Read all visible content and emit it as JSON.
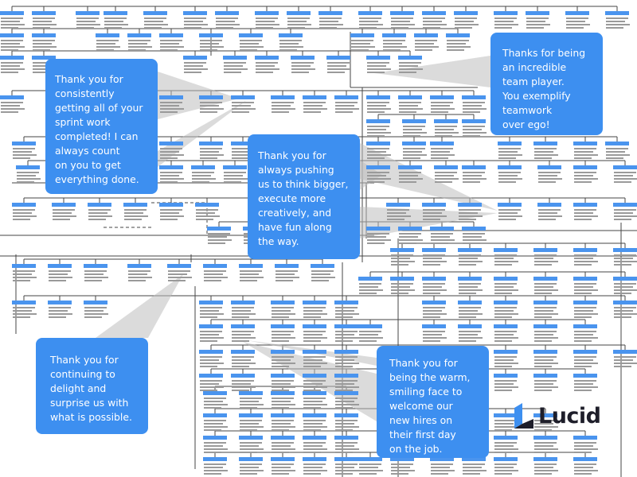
{
  "colors": {
    "accent": "#3d8ff0",
    "card_header": "#4a94ee",
    "line": "#444444",
    "text_placeholder": "#9a9a9a",
    "callout_shadow": "#bdbdbd",
    "brand_dark": "#1e1e2a"
  },
  "brand": {
    "wordmark": "Lucid",
    "logo_icon": "lucid-logo-icon"
  },
  "callouts": [
    {
      "id": "sprint",
      "text": "Thank you for\nconsistently\ngetting all of your\nsprint work\ncompleted! I can\nalways count\non you to get\neverything done."
    },
    {
      "id": "team-player",
      "text": "Thanks for being\nan incredible\nteam player.\nYou exemplify\nteamwork\nover ego!"
    },
    {
      "id": "think-bigger",
      "text": "Thank you for\nalways pushing\nus to think bigger,\nexecute more\ncreatively, and\nhave fun along\nthe way."
    },
    {
      "id": "delight",
      "text": "Thank you for\ncontinuing to\ndelight and\nsurprise us with\nwhat is possible."
    },
    {
      "id": "warm-face",
      "text": "Thank you for\nbeing the warm,\nsmiling face to\nwelcome our\nnew hires on\ntheir first day\non the job."
    }
  ]
}
